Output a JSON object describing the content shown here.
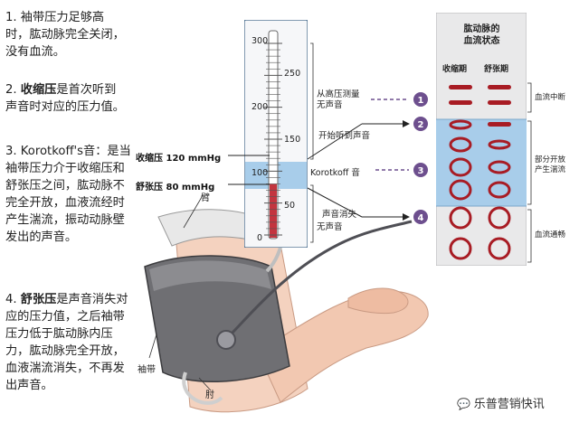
{
  "notes": [
    {
      "text": "1. 袖带压力足够高时，肱动脉完全关闭，没有血流。"
    },
    {
      "prefix": "2. ",
      "keyword": "收缩压",
      "rest": "是首次听到声音时对应的压力值。"
    },
    {
      "prefix": "3. Korotkoff's音：",
      "rest": "是当袖带压力介于收缩压和舒张压之间，肱动脉不完全开放，血液流经时产生湍流，振动动脉壁发出的声音。"
    },
    {
      "prefix": "4. ",
      "keyword": "舒张压",
      "rest": "是声音消失对应的压力值，之后袖带压力低于肱动脉内压力，肱动脉完全开放，血液湍流消失，不再发出声音。"
    }
  ],
  "manometer": {
    "scale_left": [
      "300",
      "200",
      "100",
      "0"
    ],
    "scale_right": [
      "250",
      "150",
      "50"
    ],
    "mercury_level_mmhg": 80,
    "ylim": [
      0,
      300
    ]
  },
  "pressure_labels": {
    "systolic": "收缩压 120 mmHg",
    "diastolic": "舒张压 80 mmHg"
  },
  "annotations": {
    "high_pressure": "从高压测量",
    "no_sound_top": "无声音",
    "first_sound": "开始听到声音",
    "korotkoff": "Korotkoff 音",
    "sound_gone": "声音消失",
    "no_sound_bottom": "无声音"
  },
  "markers": [
    "1",
    "2",
    "3",
    "4"
  ],
  "artery_panel": {
    "title_line1": "肱动脉的",
    "title_line2": "血流状态",
    "col_systole": "收缩期",
    "col_diastole": "舒张期",
    "stage_blocked": "血流中断",
    "stage_partial_line1": "部分开放",
    "stage_partial_line2": "产生湍流",
    "stage_open": "血流通畅"
  },
  "arm_labels": {
    "arm": "臂",
    "cuff": "袖带",
    "elbow": "肘"
  },
  "watermark": "乐普营销快讯",
  "colors": {
    "mercury": "#c3353f",
    "blue_band": "#a8cdea",
    "marker": "#6d4f8e",
    "artery": "#a81c24",
    "panel": "#e9e9ea"
  }
}
